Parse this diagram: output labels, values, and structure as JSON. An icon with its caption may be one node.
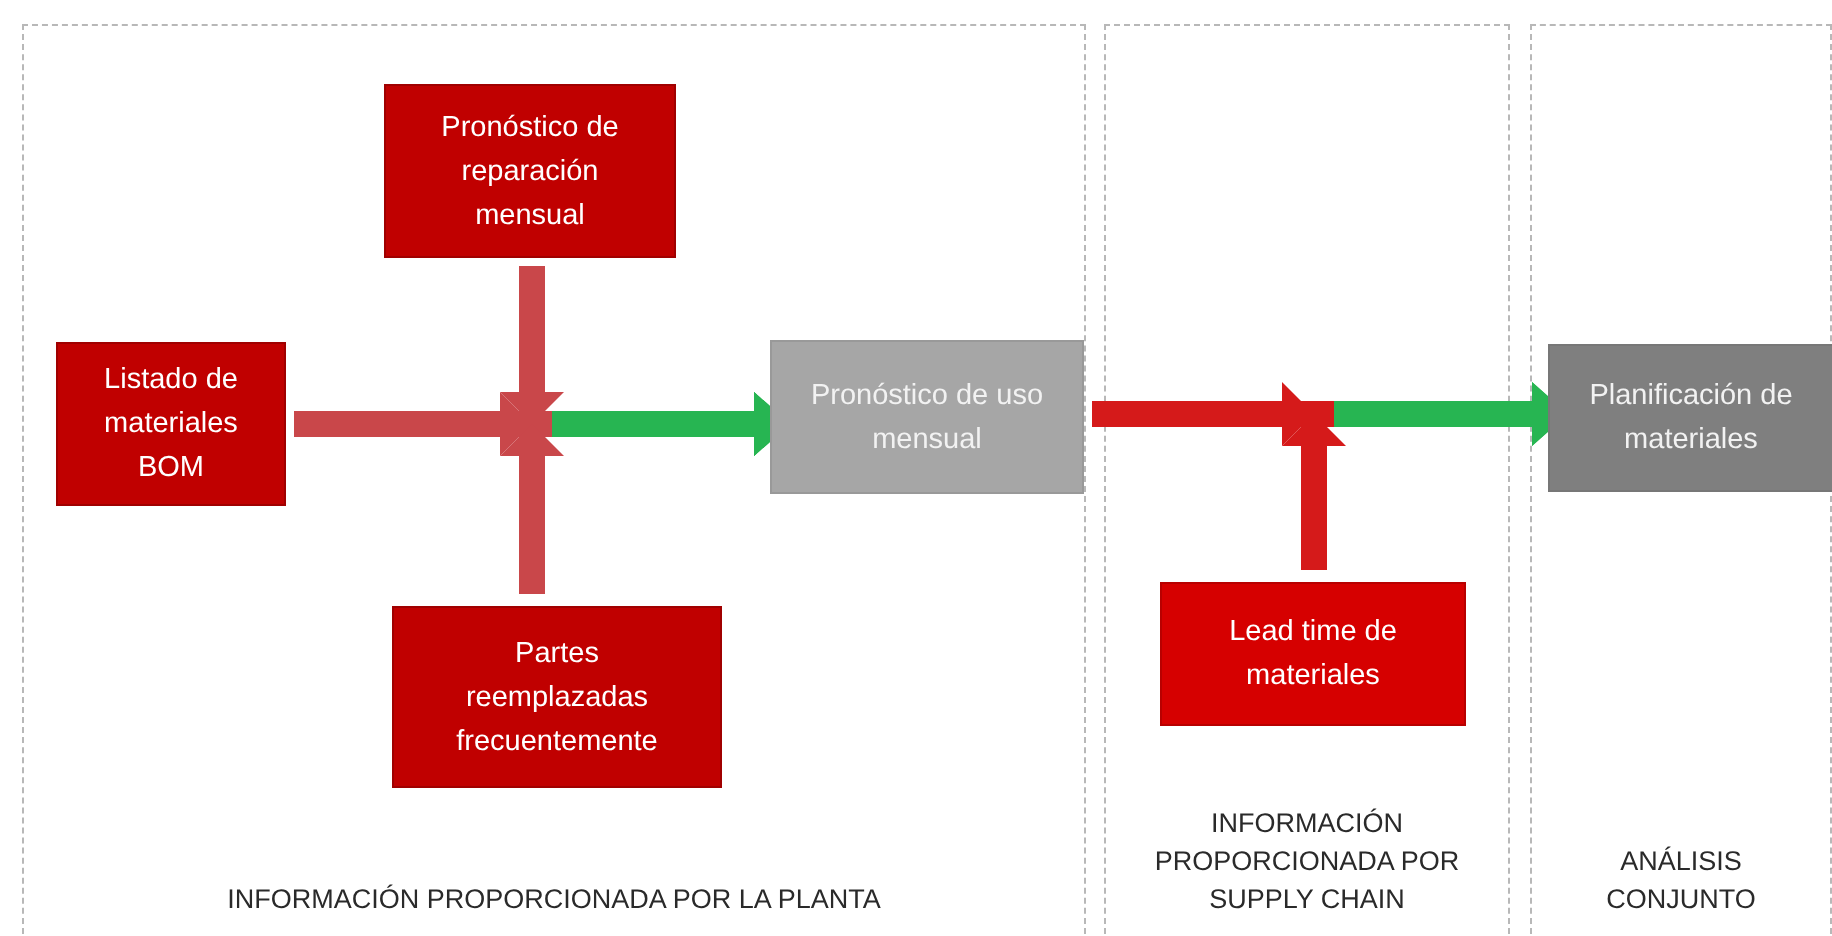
{
  "diagram": {
    "nodes": [
      {
        "text": [
          "INFORMACIÓN PROPORCIONADA POR LA PLANTA"
        ]
      },
      {
        "text": [
          "Pronóstico de reparación mensual"
        ],
        "in": 0
      },
      {
        "text": [
          "Listado de materiales BOM"
        ],
        "in": 0
      },
      {
        "text": [
          "Partes reemplazadas frecuentemente"
        ],
        "in": 0
      },
      {
        "text": [
          "Pronóstico de uso mensual"
        ],
        "in": 0
      },
      {
        "text": [
          "INFORMACIÓN PROPORCIONADA POR SUPPLY CHAIN"
        ]
      },
      {
        "text": [
          "Lead time de materiales"
        ],
        "in": 5
      },
      {
        "text": [
          "ANÁLISIS CONJUNTO"
        ]
      },
      {
        "text": [
          "Planificación de materiales"
        ],
        "in": 7
      }
    ],
    "edges": [
      {
        "from": 2,
        "to": 4,
        "arrow": "to"
      },
      {
        "from": 1,
        "to": 4,
        "arrow": "to"
      },
      {
        "from": 3,
        "to": 4,
        "arrow": "to"
      },
      {
        "from": 4,
        "to": 8,
        "arrow": "to",
        "color": "#d51a1a"
      },
      {
        "from": 6,
        "to": 8,
        "arrow": "to",
        "color": "#d51a1a"
      }
    ]
  }
}
